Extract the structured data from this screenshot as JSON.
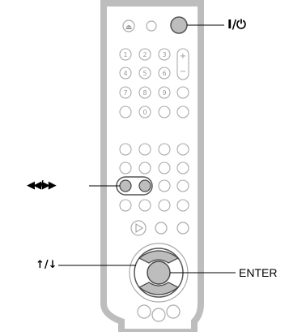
{
  "callouts": {
    "power": "I/⏻",
    "prev_next": "◀◀/▶▶",
    "up_down": "↑/↓",
    "enter": "ENTER"
  },
  "remote": {
    "number_keys": [
      "1",
      "2",
      "3",
      "4",
      "5",
      "6",
      "7",
      "8",
      "9",
      "0"
    ]
  }
}
